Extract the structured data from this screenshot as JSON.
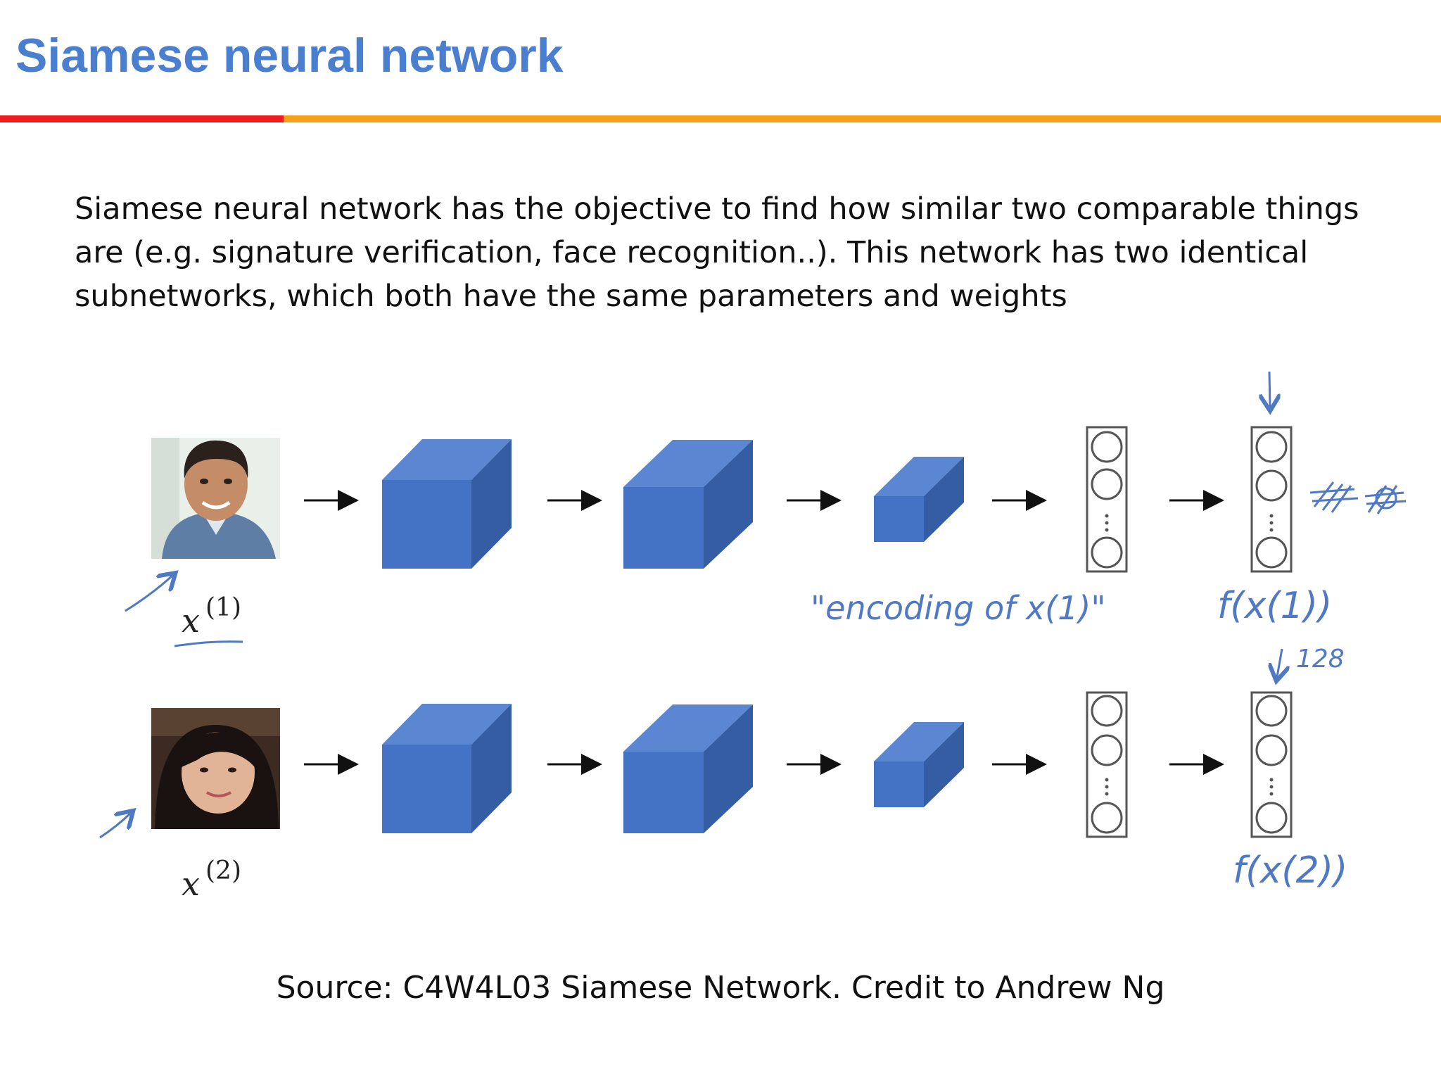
{
  "slide": {
    "title": "Siamese neural network",
    "description_lines": [
      "Siamese neural network has the objective to find how similar two comparable things",
      "are (e.g. signature verification, face recognition..). This network has two identical",
      "subnetworks, which both have the same parameters and weights"
    ],
    "source": "Source: C4W4L03 Siamese Network. Credit to Andrew Ng"
  },
  "colors": {
    "title": "#4a7fd0",
    "rule_red": "#ee1c1c",
    "rule_orange": "#f7a11a",
    "cube_front": "#4472c4",
    "cube_top": "#5b86d1",
    "cube_side": "#355da3",
    "handwriting": "#4f79c2"
  },
  "diagram": {
    "inputs": [
      {
        "symbol": "x",
        "sup": "(1)",
        "photo": "photo-man"
      },
      {
        "symbol": "x",
        "sup": "(2)",
        "photo": "photo-woman"
      }
    ],
    "annotations": {
      "encoding_note": "\"encoding of x(1)\"",
      "output_top": "f(x(1))",
      "output_bottom": "f(x(2))",
      "dimension": "128"
    }
  }
}
